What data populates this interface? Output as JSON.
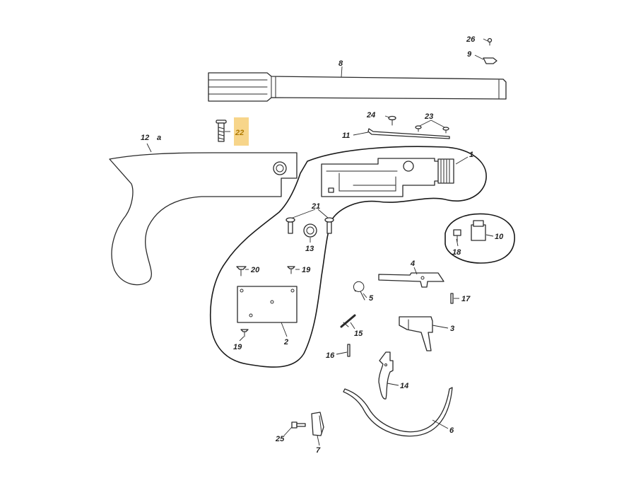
{
  "highlight_color": "#f7d58a",
  "labels": {
    "p26": "26",
    "p9": "9",
    "p8": "8",
    "p22": "22",
    "p24": "24",
    "p23": "23",
    "p11": "11",
    "p12": "12",
    "p12a": "a",
    "p1": "1",
    "p21": "21",
    "p13": "13",
    "p10": "10",
    "p18": "18",
    "p20": "20",
    "p19a": "19",
    "p4": "4",
    "p5": "5",
    "p17": "17",
    "p15": "15",
    "p3": "3",
    "p2": "2",
    "p19b": "19",
    "p16": "16",
    "p14": "14",
    "p6": "6",
    "p25": "25",
    "p7": "7"
  }
}
